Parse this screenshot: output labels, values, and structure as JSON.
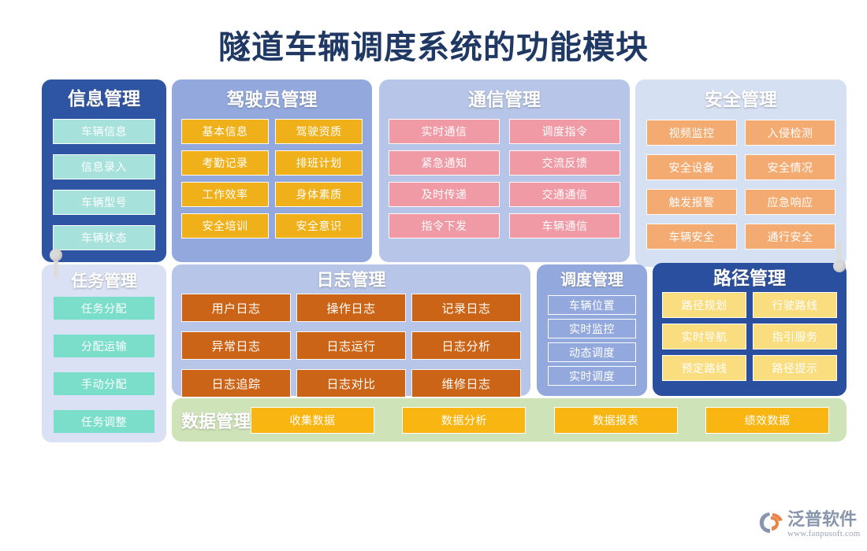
{
  "page": {
    "title": "隧道车辆调度系统的功能模块",
    "background_color": "#ffffff",
    "title_color": "#1f3864"
  },
  "panels": [
    {
      "id": "info",
      "title": "信息管理",
      "panel_color": "#2e55a3",
      "chip_color": "#a6e1dc",
      "columns": 1,
      "items": [
        "车辆信息",
        "信息录入",
        "车辆型号",
        "车辆状态"
      ]
    },
    {
      "id": "driver",
      "title": "驾驶员管理",
      "panel_color": "#93a9de",
      "chip_color": "#efb019",
      "columns": 2,
      "items": [
        "基本信息",
        "驾驶资质",
        "考勤记录",
        "排班计划",
        "工作效率",
        "身体素质",
        "安全培训",
        "安全意识"
      ]
    },
    {
      "id": "comm",
      "title": "通信管理",
      "panel_color": "#b7c6e8",
      "chip_color": "#ef9aa5",
      "columns": 2,
      "items": [
        "实时通信",
        "调度指令",
        "紧急通知",
        "交流反馈",
        "及时传递",
        "交通通信",
        "指令下发",
        "车辆通信"
      ]
    },
    {
      "id": "safety",
      "title": "安全管理",
      "panel_color": "#d6e0f3",
      "chip_color": "#f4ab71",
      "columns": 2,
      "items": [
        "视频监控",
        "入侵检测",
        "安全设备",
        "安全情况",
        "触发报警",
        "应急响应",
        "车辆安全",
        "通行安全"
      ]
    },
    {
      "id": "task",
      "title": "任务管理",
      "panel_color": "#dae1f4",
      "chip_color": "#7adecb",
      "columns": 1,
      "items": [
        "任务分配",
        "分配运输",
        "手动分配",
        "任务调整"
      ]
    },
    {
      "id": "log",
      "title": "日志管理",
      "panel_color": "#b7c6e8",
      "chip_color": "#cb6416",
      "columns": 3,
      "items": [
        "用户日志",
        "操作日志",
        "记录日志",
        "异常日志",
        "日志运行",
        "日志分析",
        "日志追踪",
        "日志对比",
        "维修日志"
      ]
    },
    {
      "id": "dispatch",
      "title": "调度管理",
      "panel_color": "#93a9de",
      "chip_color": "transparent",
      "columns": 1,
      "items": [
        "车辆位置",
        "实时监控",
        "动态调度",
        "实时调度"
      ]
    },
    {
      "id": "route",
      "title": "路径管理",
      "panel_color": "#2a4f9e",
      "chip_color": "#fadd7f",
      "columns": 2,
      "items": [
        "路径规划",
        "行驶路线",
        "实时导航",
        "指引服务",
        "预定路线",
        "路径提示"
      ]
    }
  ],
  "data_bar": {
    "title": "数据管理",
    "panel_color": "#cfe3b9",
    "chip_color": "#f9b511",
    "items": [
      "收集数据",
      "数据分析",
      "数据报表",
      "绩效数据"
    ]
  },
  "connectors": [
    {
      "name": "pin-left",
      "color": "#d9d9d9"
    },
    {
      "name": "pin-right",
      "color": "#d9d9d9"
    }
  ],
  "footer": {
    "brand": "泛普软件",
    "url": "www.fanpusoft.com",
    "brand_color": "#8795ad",
    "mark_accent_color": "#e8834a"
  }
}
